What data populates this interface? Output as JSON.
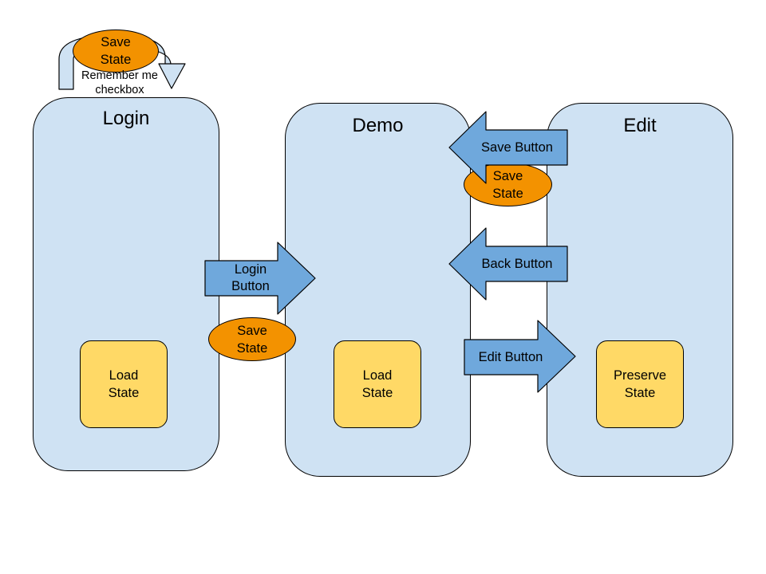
{
  "screens": {
    "login": {
      "title": "Login",
      "state": "Load State"
    },
    "demo": {
      "title": "Demo",
      "state": "Load State"
    },
    "edit": {
      "title": "Edit",
      "state": "Preserve State"
    }
  },
  "transitions": {
    "remember_me": {
      "label": "Remember me checkbox",
      "action": "Save State"
    },
    "login_button": {
      "label": "Login Button",
      "action": "Save State"
    },
    "save_button": {
      "label": "Save Button",
      "action": "Save State"
    },
    "back_button": {
      "label": "Back Button"
    },
    "edit_button": {
      "label": "Edit Button"
    }
  },
  "colors": {
    "screen_fill": "#cfe2f3",
    "arrow_fill": "#6fa8dc",
    "state_fill": "#ffd966",
    "save_fill": "#f39200"
  }
}
